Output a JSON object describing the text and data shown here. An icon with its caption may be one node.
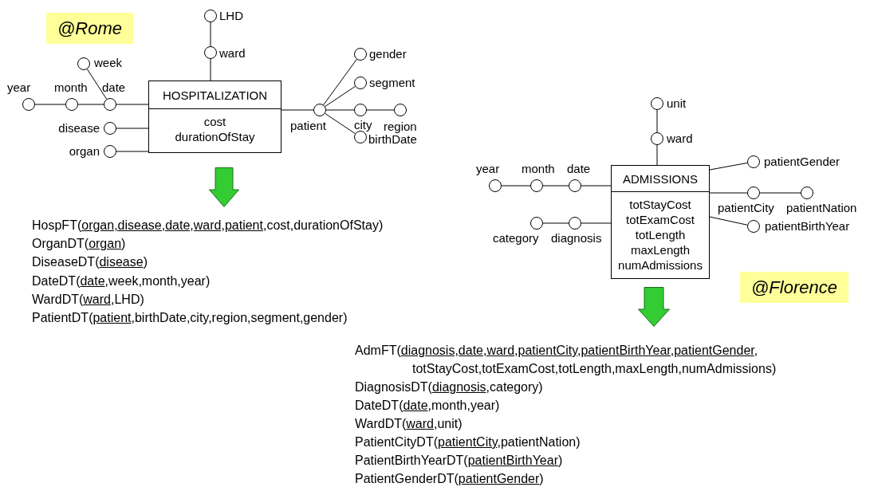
{
  "diagram": {
    "nodes": [
      {
        "text": [
          "@Rome"
        ]
      },
      {
        "text": [
          "HOSPITALIZATION",
          "cost durationOfStay"
        ]
      },
      {
        "text": [],
        "shape": "circle",
        "beside": [
          "LHD"
        ]
      },
      {
        "text": [],
        "shape": "circle",
        "beside": [
          "ward"
        ]
      },
      {
        "text": [],
        "shape": "circle",
        "beside": [
          "week"
        ]
      },
      {
        "text": [],
        "shape": "circle",
        "beside": [
          "year"
        ]
      },
      {
        "text": [],
        "shape": "circle",
        "beside": [
          "month"
        ]
      },
      {
        "text": [],
        "shape": "circle",
        "beside": [
          "date"
        ]
      },
      {
        "text": [],
        "shape": "circle",
        "beside": [
          "disease"
        ]
      },
      {
        "text": [],
        "shape": "circle",
        "beside": [
          "organ"
        ]
      },
      {
        "text": [],
        "shape": "circle",
        "beside": [
          "patient"
        ]
      },
      {
        "text": [],
        "shape": "circle",
        "beside": [
          "gender"
        ]
      },
      {
        "text": [],
        "shape": "circle",
        "beside": [
          "segment"
        ]
      },
      {
        "text": [],
        "shape": "circle",
        "beside": [
          "city"
        ]
      },
      {
        "text": [],
        "shape": "circle",
        "beside": [
          "region"
        ]
      },
      {
        "text": [],
        "shape": "circle",
        "beside": [
          "birthDate"
        ]
      },
      {
        "text": [
          "ADMISSIONS",
          "totStayCost totExamCost totLength maxLength numAdmissions"
        ]
      },
      {
        "text": [],
        "shape": "circle",
        "beside": [
          "unit"
        ]
      },
      {
        "text": [],
        "shape": "circle",
        "beside": [
          "ward"
        ]
      },
      {
        "text": [],
        "shape": "circle",
        "beside": [
          "year"
        ]
      },
      {
        "text": [],
        "shape": "circle",
        "beside": [
          "month"
        ]
      },
      {
        "text": [],
        "shape": "circle",
        "beside": [
          "date"
        ]
      },
      {
        "text": [],
        "shape": "circle",
        "beside": [
          "category"
        ]
      },
      {
        "text": [],
        "shape": "circle",
        "beside": [
          "diagnosis"
        ]
      },
      {
        "text": [],
        "shape": "circle",
        "beside": [
          "patientGender"
        ]
      },
      {
        "text": [],
        "shape": "circle",
        "beside": [
          "patientCity"
        ]
      },
      {
        "text": [],
        "shape": "circle",
        "beside": [
          "patientNation"
        ]
      },
      {
        "text": [],
        "shape": "circle",
        "beside": [
          "patientBirthYear"
        ]
      },
      {
        "text": [
          "@Florence"
        ]
      }
    ],
    "edges": [
      {
        "from": 2,
        "to": 3,
        "arrow": "none"
      },
      {
        "from": 3,
        "to": 1,
        "arrow": "none"
      },
      {
        "from": 4,
        "to": 7,
        "arrow": "none"
      },
      {
        "from": 5,
        "to": 6,
        "arrow": "none"
      },
      {
        "from": 6,
        "to": 7,
        "arrow": "none"
      },
      {
        "from": 7,
        "to": 1,
        "arrow": "none"
      },
      {
        "from": 8,
        "to": 1,
        "arrow": "none"
      },
      {
        "from": 9,
        "to": 1,
        "arrow": "none"
      },
      {
        "from": 1,
        "to": 10,
        "arrow": "none"
      },
      {
        "from": 10,
        "to": 11,
        "arrow": "none"
      },
      {
        "from": 10,
        "to": 12,
        "arrow": "none"
      },
      {
        "from": 10,
        "to": 13,
        "arrow": "none"
      },
      {
        "from": 13,
        "to": 14,
        "arrow": "none"
      },
      {
        "from": 10,
        "to": 15,
        "arrow": "none"
      },
      {
        "from": 17,
        "to": 18,
        "arrow": "none"
      },
      {
        "from": 18,
        "to": 16,
        "arrow": "none"
      },
      {
        "from": 19,
        "to": 20,
        "arrow": "none"
      },
      {
        "from": 20,
        "to": 21,
        "arrow": "none"
      },
      {
        "from": 21,
        "to": 16,
        "arrow": "none"
      },
      {
        "from": 22,
        "to": 23,
        "arrow": "none"
      },
      {
        "from": 23,
        "to": 16,
        "arrow": "none"
      },
      {
        "from": 16,
        "to": 24,
        "arrow": "none"
      },
      {
        "from": 16,
        "to": 25,
        "arrow": "none"
      },
      {
        "from": 25,
        "to": 26,
        "arrow": "none"
      },
      {
        "from": 16,
        "to": 27,
        "arrow": "none"
      }
    ],
    "labels": [
      "HospFT(*organ,disease,date,ward,patient*,cost,durationOfStay)",
      "OrganDT(*organ*)",
      "DiseaseDT(*disease*)",
      "DateDT(*date*,week,month,year)",
      "WardDT(*ward*,LHD)",
      "PatientDT(*patient*,birthDate,city,region,segment,gender)",
      "AdmFT(*diagnosis,date,ward,patientCity,patientBirthYear,patientGender*, totStayCost,totExamCost,totLength,maxLength,numAdmissions)",
      "DiagnosisDT(*diagnosis*,category)",
      "DateDT(*date*,month,year)",
      "WardDT(*ward*,unit)",
      "PatientCityDT(*patientCity*,patientNation)",
      "PatientBirthYearDT(*patientBirthYear*)",
      "PatientGenderDT(*patientGender*)"
    ]
  }
}
